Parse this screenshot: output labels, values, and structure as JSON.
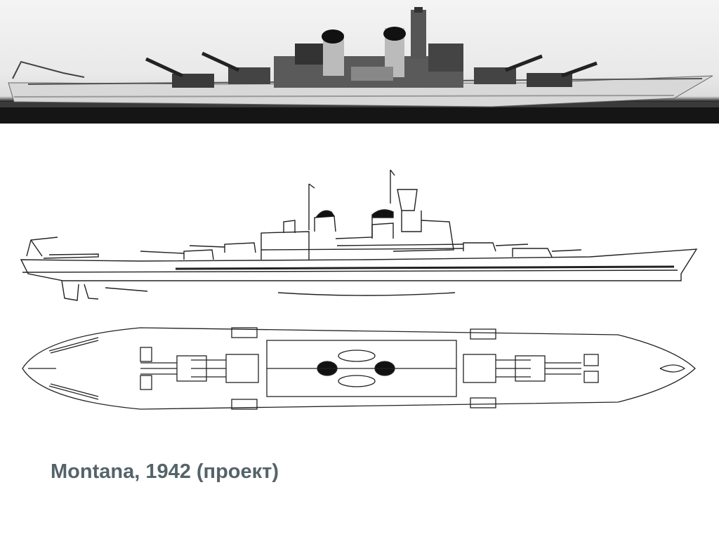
{
  "caption": "Montana, 1942 (проект)",
  "colors": {
    "caption": "#55636a",
    "line": "#222222",
    "photo_background": "#ececec",
    "photo_base": "#151515"
  },
  "images": {
    "model_photo": "battleship-model-photo",
    "side_profile": "battleship-side-profile-drawing",
    "deck_plan": "battleship-deck-plan-drawing"
  }
}
